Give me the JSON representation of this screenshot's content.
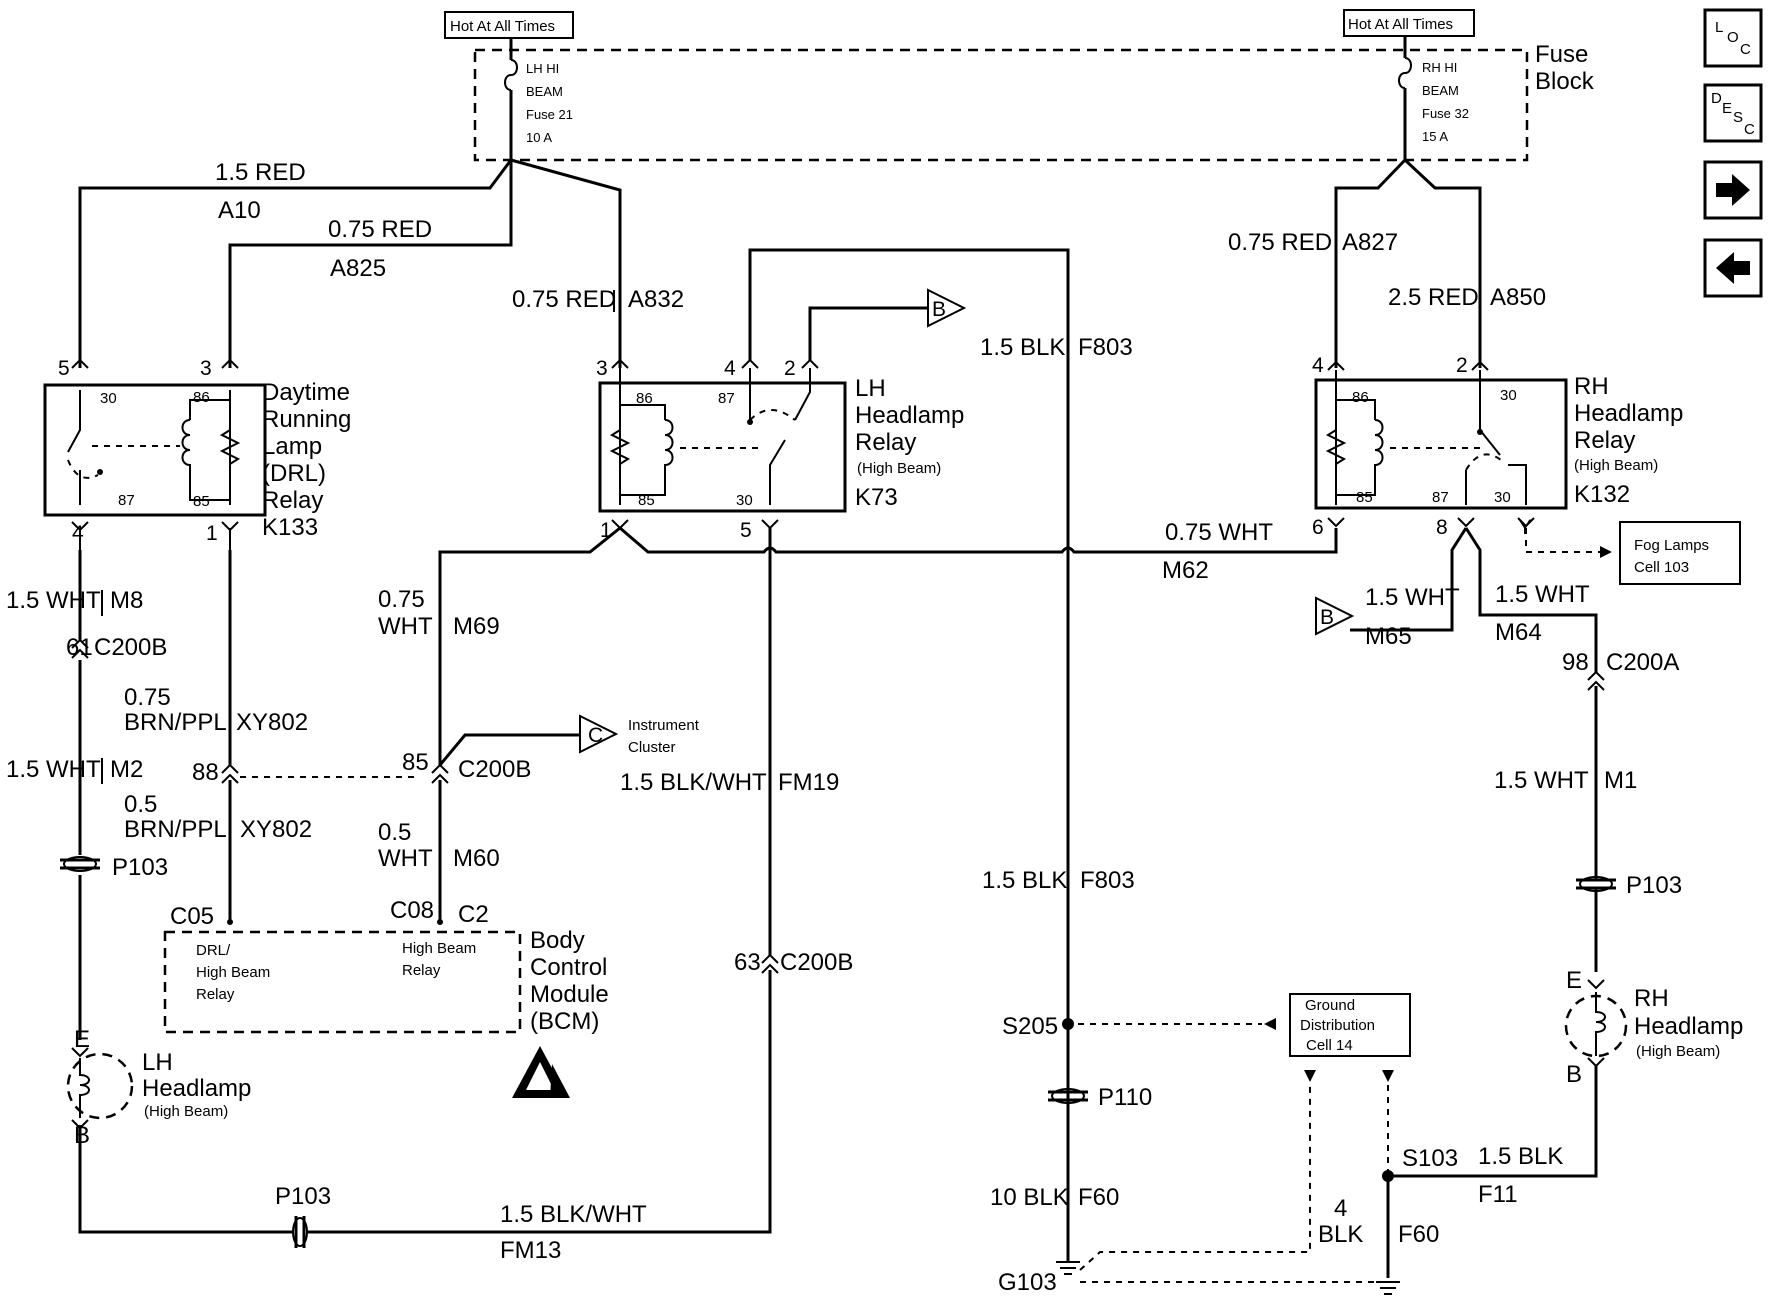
{
  "fuse_block": {
    "label_line1": "Fuse",
    "label_line2": "Block",
    "hot_left": "Hot At All Times",
    "hot_right": "Hot At All Times",
    "fuse_lh": [
      "LH HI",
      "BEAM",
      "Fuse 21",
      "10 A"
    ],
    "fuse_rh": [
      "RH HI",
      "BEAM",
      "Fuse 32",
      "15 A"
    ]
  },
  "nav": {
    "loc": [
      "L",
      "O",
      "C"
    ],
    "desc": [
      "D",
      "E",
      "S",
      "C"
    ],
    "next_icon": "arrow-right-icon",
    "prev_icon": "arrow-left-icon"
  },
  "wires": {
    "a10": [
      "1.5 RED",
      "A10"
    ],
    "a825": [
      "0.75 RED",
      "A825"
    ],
    "a832": [
      "0.75 RED",
      "A832"
    ],
    "a827": [
      "0.75 RED",
      "A827"
    ],
    "a850": [
      "2.5 RED",
      "A850"
    ],
    "f803_top": [
      "1.5 BLK",
      "F803"
    ],
    "f803_bot": [
      "1.5 BLK",
      "F803"
    ],
    "m62": [
      "0.75 WHT",
      "M62"
    ],
    "m8": [
      "1.5 WHT",
      "M8"
    ],
    "m2": [
      "1.5 WHT",
      "M2"
    ],
    "xy802_top": [
      "0.75",
      "BRN/PPL",
      "XY802"
    ],
    "xy802_bot": [
      "0.5",
      "BRN/PPL",
      "XY802"
    ],
    "m69": [
      "0.75",
      "WHT",
      "M69"
    ],
    "m60": [
      "0.5",
      "WHT",
      "M60"
    ],
    "fm19": [
      "1.5 BLK/WHT",
      "FM19"
    ],
    "fm13": [
      "1.5 BLK/WHT",
      "FM13"
    ],
    "m65": [
      "1.5 WHT",
      "M65"
    ],
    "m64": [
      "1.5 WHT",
      "M64"
    ],
    "m1": [
      "1.5 WHT",
      "M1"
    ],
    "f60_top": [
      "10 BLK",
      "F60"
    ],
    "f60_bot": [
      "4",
      "BLK",
      "F60"
    ],
    "f11": [
      "1.5 BLK",
      "F11"
    ]
  },
  "connectors": {
    "c200b_1": [
      "61",
      "C200B"
    ],
    "c200b_2": [
      "88",
      "85",
      "C200B"
    ],
    "c200b_3": [
      "63",
      "C200B"
    ],
    "c200a": [
      "98",
      "C200A"
    ],
    "p103_left": "P103",
    "p103_right": "P103",
    "p103_bottom": "P103",
    "p110": "P110",
    "s205": "S205",
    "s103": "S103",
    "g103": "G103"
  },
  "drl_relay": {
    "name": [
      "Daytime",
      "Running",
      "Lamp",
      "(DRL)",
      "Relay",
      "K133"
    ],
    "pins_top": [
      "5",
      "3"
    ],
    "pins_bottom": [
      "4",
      "1"
    ],
    "terms": [
      "30",
      "86",
      "87",
      "85"
    ]
  },
  "lh_relay": {
    "name": [
      "LH",
      "Headlamp",
      "Relay",
      "(High Beam)",
      "K73"
    ],
    "pins_top": [
      "3",
      "4",
      "2"
    ],
    "pins_bottom": [
      "1",
      "5"
    ],
    "terms": [
      "86",
      "87",
      "85",
      "30"
    ]
  },
  "rh_relay": {
    "name": [
      "RH",
      "Headlamp",
      "Relay",
      "(High Beam)",
      "K132"
    ],
    "pins_top": [
      "4",
      "2"
    ],
    "pins_bottom": [
      "6",
      "8",
      "Y"
    ],
    "terms": [
      "86",
      "30",
      "85",
      "87",
      "30"
    ]
  },
  "bcm": {
    "name": [
      "Body",
      "Control",
      "Module",
      "(BCM)"
    ],
    "pins": [
      "C05",
      "C08",
      "C2"
    ],
    "inner_left": [
      "DRL/",
      "High Beam",
      "Relay"
    ],
    "inner_right": [
      "High Beam",
      "Relay"
    ]
  },
  "refs": {
    "b1": "B",
    "b2": "B",
    "c": "C",
    "instrument_cluster": [
      "Instrument",
      "Cluster"
    ],
    "fog_lamps": [
      "Fog Lamps",
      "Cell 103"
    ],
    "ground_dist": [
      "Ground",
      "Distribution",
      "Cell 14"
    ]
  },
  "lh_headlamp": {
    "name": [
      "LH",
      "Headlamp",
      "(High Beam)"
    ],
    "pin_top": "E",
    "pin_bottom": "B"
  },
  "rh_headlamp": {
    "name": [
      "RH",
      "Headlamp",
      "(High Beam)"
    ],
    "pin_top": "E",
    "pin_bottom": "B"
  }
}
